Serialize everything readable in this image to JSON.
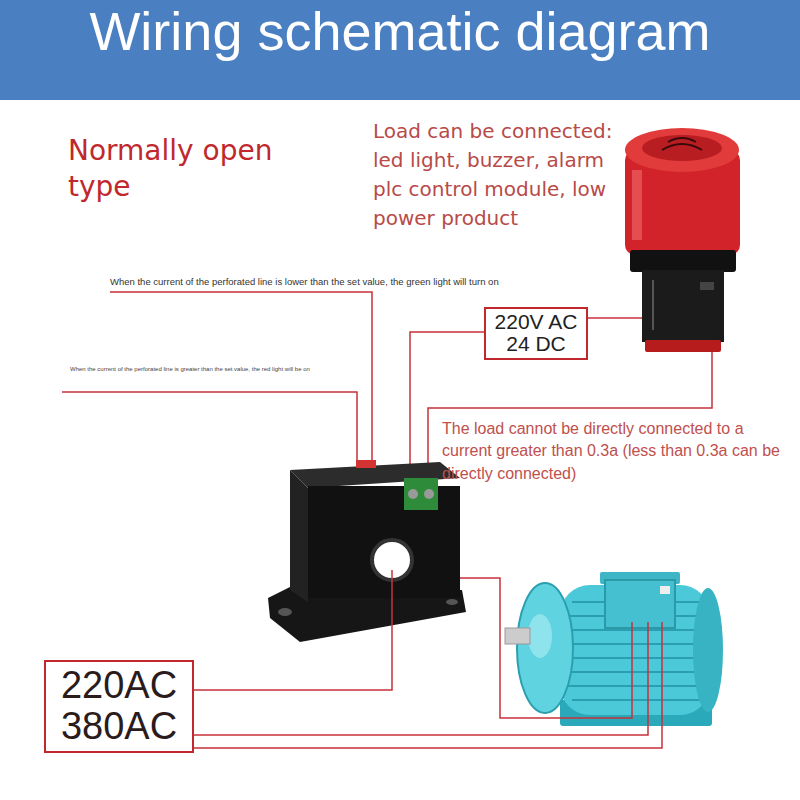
{
  "diagram": {
    "title": "Wiring schematic diagram",
    "nodes": [
      {
        "text": [
          "220V AC 24 DC"
        ]
      },
      {
        "text": [
          "220AC 380AC"
        ]
      }
    ],
    "labels": [
      "Normally open type",
      "Load can be connected: led light, buzzer, alarm plc control module, low power product",
      "When the current of the perforated line is lower than the set value, the green light will turn on",
      "When the current of the perforated line is greater than the set value, the red light will be on",
      "The load cannot be directly connected to a current greater than 0.3a (less than 0.3a can be directly connected)"
    ]
  }
}
